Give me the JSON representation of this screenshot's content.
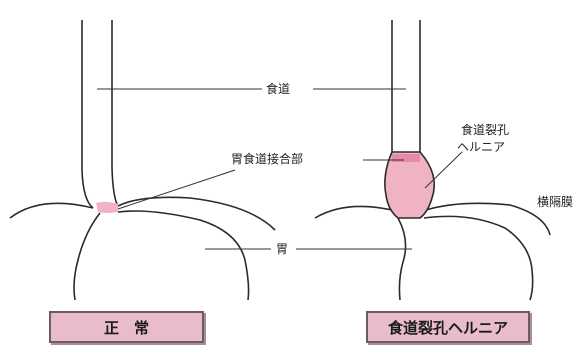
{
  "labels": {
    "esophagus": "食道",
    "gej": "胃食道接合部",
    "stomach": "胃",
    "hernia_line1": "食道裂孔",
    "hernia_line2": "ヘルニア",
    "diaphragm": "横隔膜"
  },
  "captions": {
    "normal": "正　常",
    "hernia": "食道裂孔ヘルニア"
  },
  "colors": {
    "outline": "#2b2b2b",
    "pink": "#f0b3c4",
    "caption_fill": "#e8bccb",
    "caption_border": "#6d5a63"
  }
}
